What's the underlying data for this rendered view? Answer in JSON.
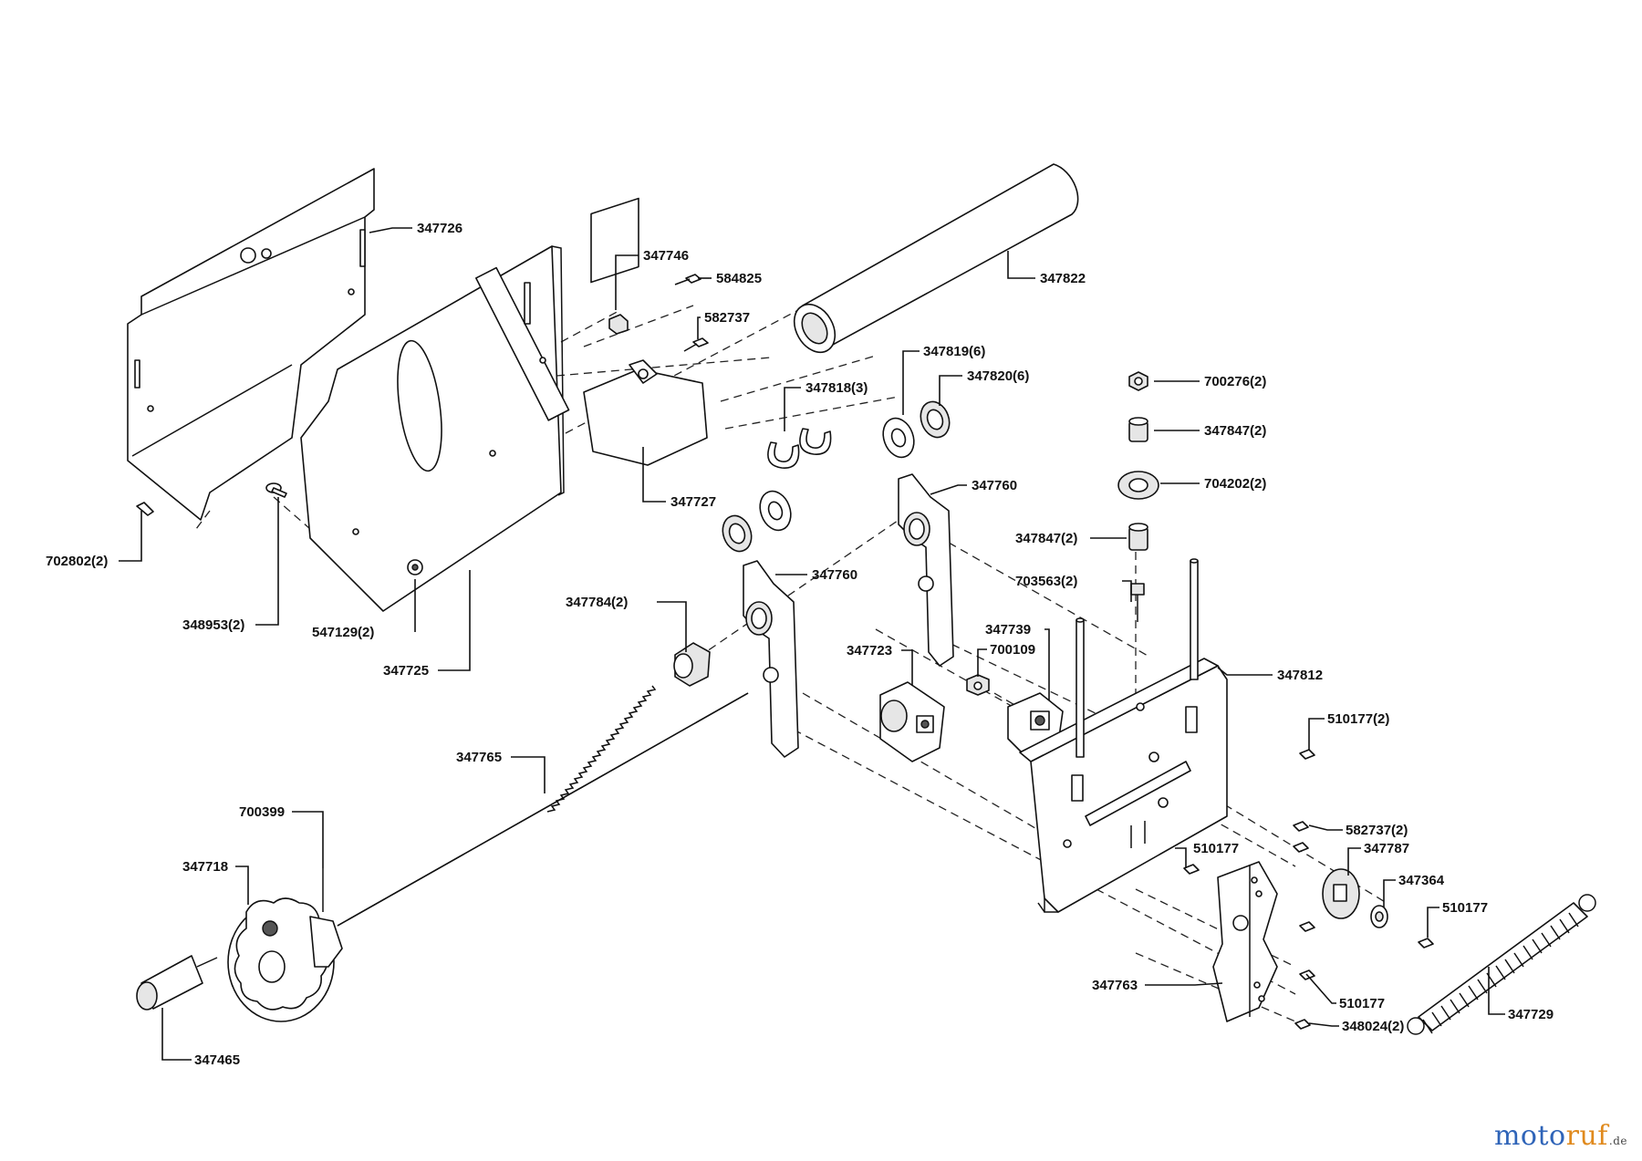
{
  "parts": [
    {
      "id": "p01",
      "number": "347726"
    },
    {
      "id": "p02",
      "number": "347746"
    },
    {
      "id": "p03",
      "number": "584825"
    },
    {
      "id": "p04",
      "number": "347822"
    },
    {
      "id": "p05",
      "number": "582737"
    },
    {
      "id": "p06",
      "number": "347819(6)"
    },
    {
      "id": "p07",
      "number": "347820(6)"
    },
    {
      "id": "p08",
      "number": "347818(3)"
    },
    {
      "id": "p09",
      "number": "700276(2)"
    },
    {
      "id": "p10",
      "number": "347847(2)"
    },
    {
      "id": "p11",
      "number": "704202(2)"
    },
    {
      "id": "p12",
      "number": "347727"
    },
    {
      "id": "p13",
      "number": "347760"
    },
    {
      "id": "p14",
      "number": "347847(2)"
    },
    {
      "id": "p15",
      "number": "702802(2)"
    },
    {
      "id": "p16",
      "number": "703563(2)"
    },
    {
      "id": "p17",
      "number": "347760"
    },
    {
      "id": "p18",
      "number": "348953(2)"
    },
    {
      "id": "p19",
      "number": "547129(2)"
    },
    {
      "id": "p20",
      "number": "347784(2)"
    },
    {
      "id": "p21",
      "number": "347739"
    },
    {
      "id": "p22",
      "number": "347812"
    },
    {
      "id": "p23",
      "number": "347723"
    },
    {
      "id": "p24",
      "number": "700109"
    },
    {
      "id": "p25",
      "number": "347725"
    },
    {
      "id": "p26",
      "number": "510177(2)"
    },
    {
      "id": "p27",
      "number": "347765"
    },
    {
      "id": "p28",
      "number": "700399"
    },
    {
      "id": "p29",
      "number": "582737(2)"
    },
    {
      "id": "p30",
      "number": "347787"
    },
    {
      "id": "p31",
      "number": "510177"
    },
    {
      "id": "p32",
      "number": "347718"
    },
    {
      "id": "p33",
      "number": "347364"
    },
    {
      "id": "p34",
      "number": "510177"
    },
    {
      "id": "p35",
      "number": "347763"
    },
    {
      "id": "p36",
      "number": "510177"
    },
    {
      "id": "p37",
      "number": "347729"
    },
    {
      "id": "p38",
      "number": "348024(2)"
    },
    {
      "id": "p39",
      "number": "347465"
    }
  ],
  "watermark": {
    "brand_part1": "moto",
    "brand_part2": "ruf",
    "tld": ".de"
  }
}
